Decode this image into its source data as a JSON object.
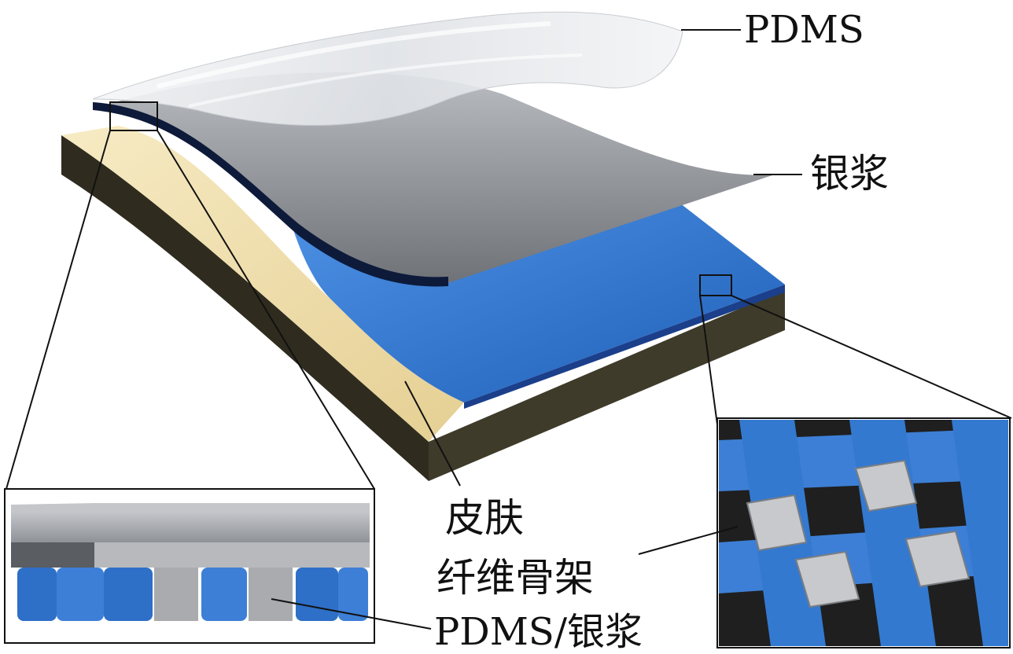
{
  "labels": {
    "pdms": "PDMS",
    "silver_paste": "银浆",
    "skin": "皮肤",
    "fiber_skeleton": "纤维骨架",
    "pdms_silver_paste": "PDMS/银浆"
  },
  "colors": {
    "substrate_dark": "#3a3626",
    "skin_cream": "#f0dfae",
    "fiber_blue": "#3d7fd6",
    "silver_paste": "#8a8d92",
    "pdms_film": "#e9ebee",
    "leader_line": "#111111"
  }
}
